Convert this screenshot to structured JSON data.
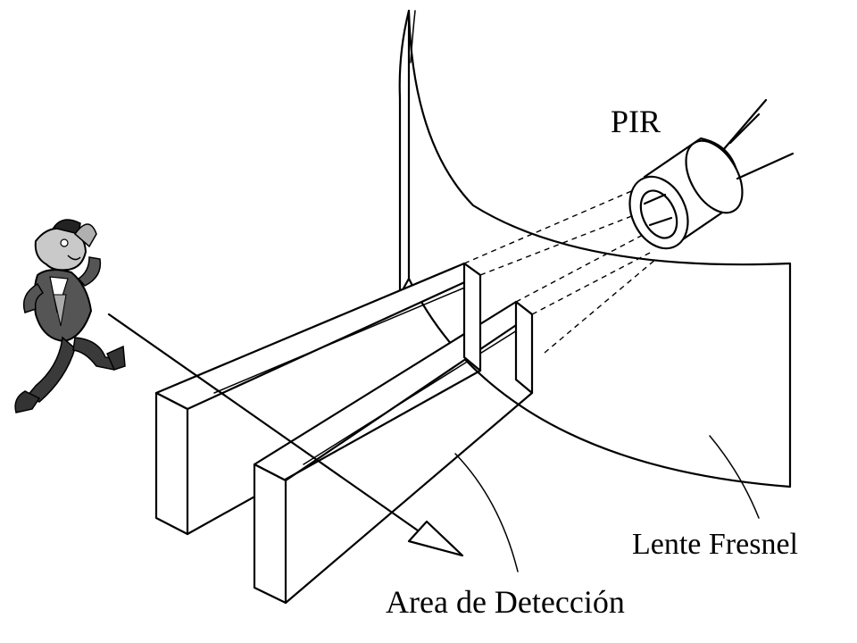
{
  "labels": {
    "pir": "PIR",
    "lens": "Lente Fresnel",
    "detection_area": "Area de Detección"
  }
}
